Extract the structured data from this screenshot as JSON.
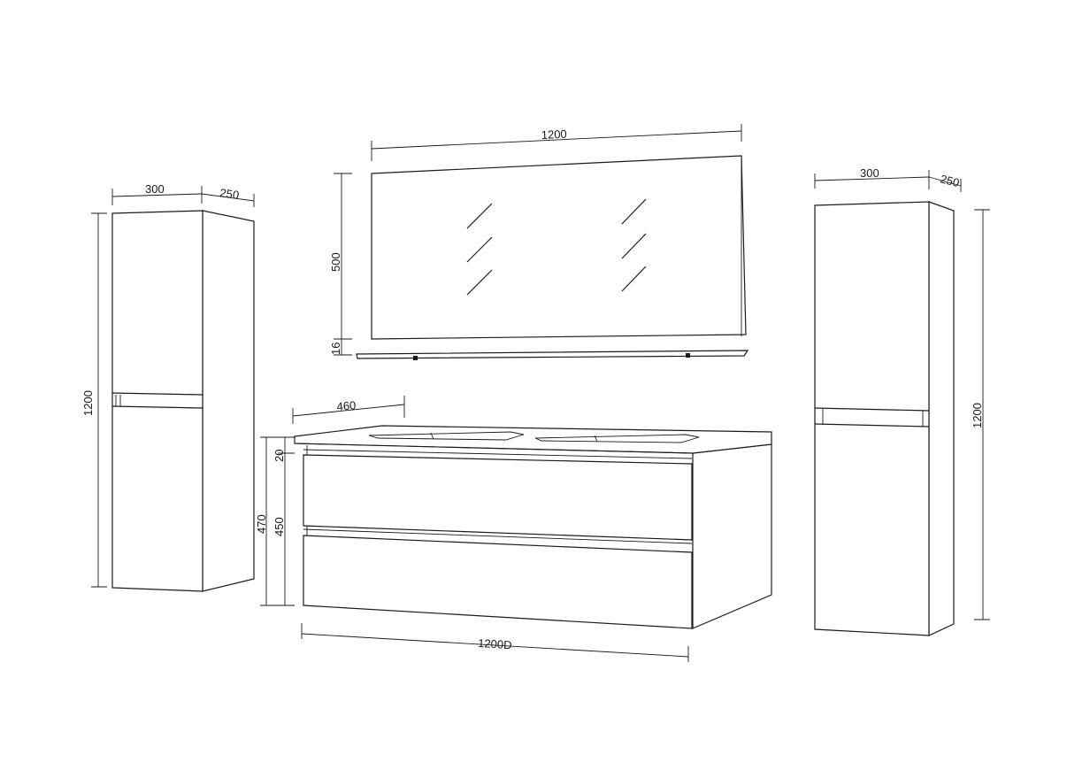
{
  "colors": {
    "line": "#1a1a1a",
    "background": "#ffffff"
  },
  "dimensions": {
    "left_cabinet": {
      "width": "300",
      "depth": "250",
      "height": "1200"
    },
    "mirror": {
      "width": "1200",
      "height": "500",
      "shelf": "16"
    },
    "vanity": {
      "depth": "460",
      "top": "20",
      "drawer": "450",
      "total_height": "470",
      "width": "1200D"
    },
    "right_cabinet": {
      "width": "300",
      "depth": "250",
      "height": "1200"
    }
  }
}
